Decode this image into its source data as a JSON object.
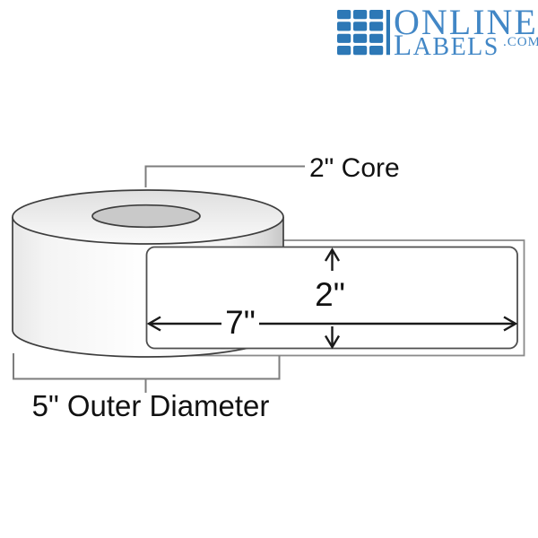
{
  "page": {
    "background": "#ffffff",
    "description_texts": {
      "core_label": "2\" Core",
      "outer_diameter_label": "5\" Outer Diameter",
      "label_height_value": "2\"",
      "label_width_value": "7\""
    }
  },
  "logo": {
    "brand": "OnlineLabels.com",
    "word_online": "ONLINE",
    "labels_initial": "L",
    "labels_rest": "ABELS",
    "dot_com": ".COM",
    "icon_color": "#2d78b6",
    "text_color": "#4287c6"
  },
  "diagram": {
    "core_label": "2\" Core",
    "outer_diameter_label": "5\" Outer Diameter",
    "label_height_value": "2\"",
    "label_width_value": "7\"",
    "colors": {
      "outline": "#3d3d3d",
      "dim_line": "#1a1a1a",
      "guide_line": "#7d7d7d",
      "core_fill": "#c9c9c9",
      "liner_stroke": "#8a8a8a",
      "label_stroke": "#4f4f4f"
    }
  }
}
